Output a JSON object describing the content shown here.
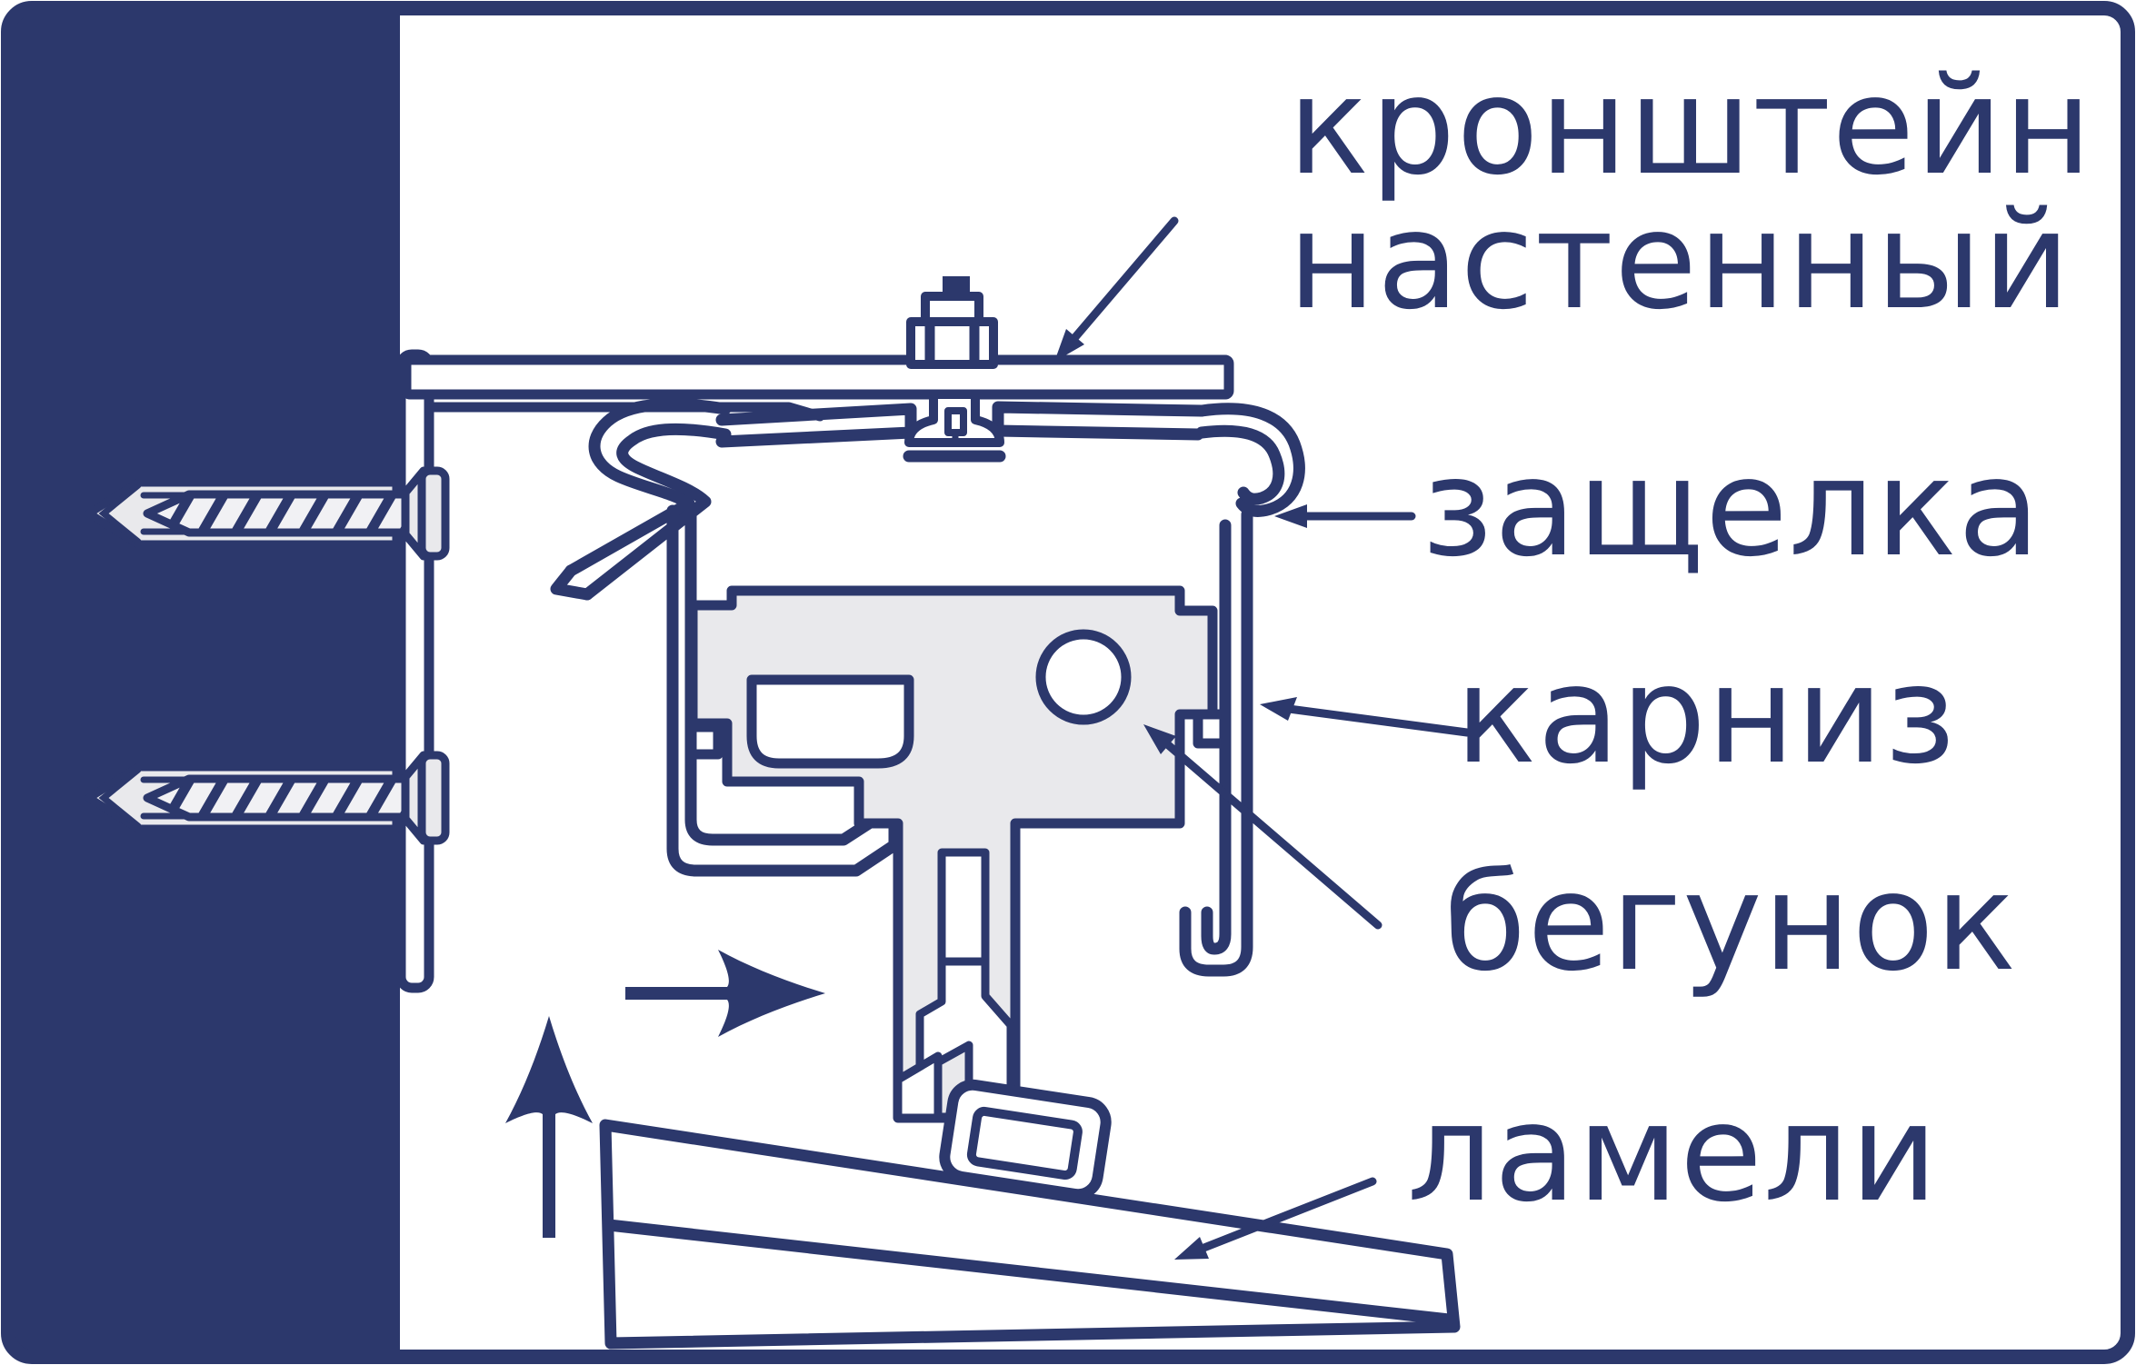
{
  "diagram": {
    "labels": {
      "bracket": {
        "line1": "кронштейн",
        "line2": "настенный"
      },
      "latch": {
        "text": "защелка"
      },
      "cornice": {
        "text": "карниз"
      },
      "runner": {
        "text": "бегунок"
      },
      "slats": {
        "text": "ламели"
      }
    },
    "colors": {
      "navy": "#2c386c",
      "grey": "#e9e9ec",
      "white": "#ffffff"
    }
  }
}
